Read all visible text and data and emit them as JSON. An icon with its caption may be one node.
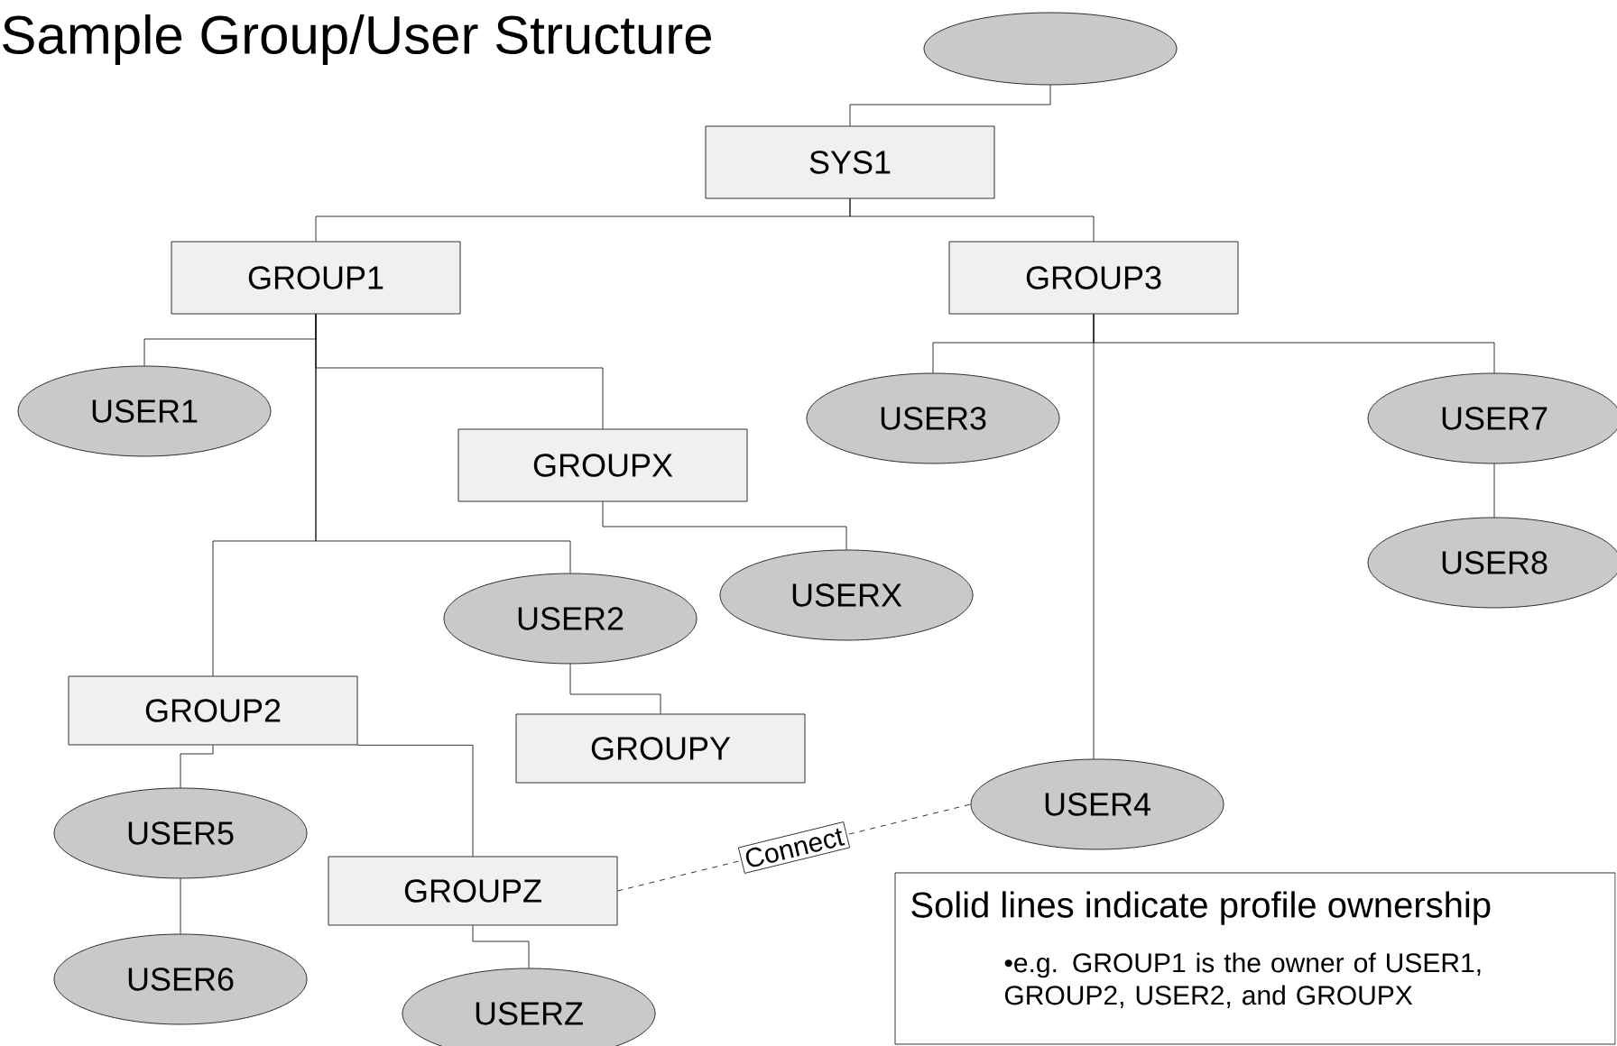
{
  "diagram": {
    "title": "Sample Group/User Structure",
    "nodes": [
      {
        "text": [],
        "shape": "ellipse"
      },
      {
        "text": [
          "SYS1"
        ]
      },
      {
        "text": [
          "GROUP1"
        ]
      },
      {
        "text": [
          "GROUP3"
        ]
      },
      {
        "text": [
          "USER1"
        ]
      },
      {
        "text": [
          "GROUPX"
        ]
      },
      {
        "text": [
          "USER3"
        ]
      },
      {
        "text": [
          "USER7"
        ]
      },
      {
        "text": [
          "USER8"
        ]
      },
      {
        "text": [
          "USER2"
        ]
      },
      {
        "text": [
          "USERX"
        ]
      },
      {
        "text": [
          "GROUP2"
        ]
      },
      {
        "text": [
          "GROUPY"
        ]
      },
      {
        "text": [
          "USER5"
        ]
      },
      {
        "text": [
          "USER4"
        ]
      },
      {
        "text": [
          "GROUPZ"
        ]
      },
      {
        "text": [
          "USER6"
        ]
      },
      {
        "text": [
          "USERZ"
        ]
      },
      {
        "text": [
          "Solid lines indicate profile ownership",
          "•e.g. GROUP1 is the owner of USER1, GROUP2, USER2, and GROUPX"
        ]
      }
    ],
    "edges": [
      {
        "from": 0,
        "to": 1,
        "arrow": "none"
      },
      {
        "from": 1,
        "to": 2,
        "arrow": "none"
      },
      {
        "from": 1,
        "to": 3,
        "arrow": "none"
      },
      {
        "from": 2,
        "to": 4,
        "arrow": "none"
      },
      {
        "from": 2,
        "to": 5,
        "arrow": "none"
      },
      {
        "from": 2,
        "to": 11,
        "arrow": "none"
      },
      {
        "from": 2,
        "to": 9,
        "arrow": "none"
      },
      {
        "from": 5,
        "to": 10,
        "arrow": "none"
      },
      {
        "from": 3,
        "to": 6,
        "arrow": "none"
      },
      {
        "from": 3,
        "to": 7,
        "arrow": "none"
      },
      {
        "from": 3,
        "to": 14,
        "arrow": "none"
      },
      {
        "from": 7,
        "to": 8,
        "arrow": "none"
      },
      {
        "from": 9,
        "to": 12,
        "arrow": "none"
      },
      {
        "from": 11,
        "to": 13,
        "arrow": "none"
      },
      {
        "from": 11,
        "to": 15,
        "arrow": "none"
      },
      {
        "from": 13,
        "to": 16,
        "arrow": "none"
      },
      {
        "from": 15,
        "to": 17,
        "arrow": "none"
      },
      {
        "from": 15,
        "to": 14,
        "arrow": "none",
        "style": "dashed",
        "label": "Connect"
      }
    ]
  }
}
